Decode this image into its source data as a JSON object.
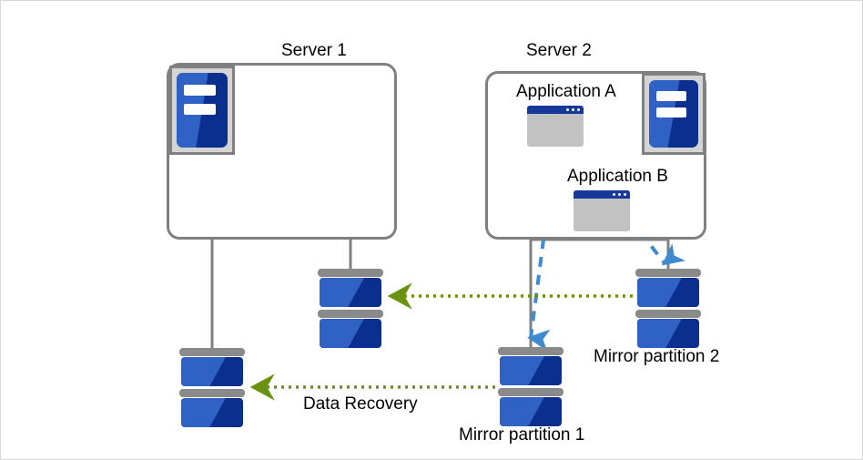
{
  "diagram": {
    "title": "Mirror partition data recovery diagram",
    "colors": {
      "server_border": "#808080",
      "server_icon_frame": "#d4d4d4",
      "icon_blue_dark": "#0a2f8f",
      "icon_blue_light": "#2f62c4",
      "app_titlebar": "#16389b",
      "app_body": "#c2c2c2",
      "disk_cap_gray": "#8a8a8a",
      "connector_gray": "#808080",
      "write_arrow_blue": "#3f8ad0",
      "recovery_arrow_green": "#6a9211",
      "canvas_border": "#d8d8d8",
      "text": "#000000"
    },
    "labels": {
      "server1": "Server 1",
      "server2": "Server 2",
      "application_a": "Application  A",
      "application_b": "Application  B",
      "mirror_partition_1": "Mirror partition 1",
      "mirror_partition_2": "Mirror partition 2",
      "data_recovery": "Data Recovery"
    },
    "nodes": [
      {
        "id": "server1",
        "type": "server-box",
        "label": "Server 1"
      },
      {
        "id": "server2",
        "type": "server-box",
        "label": "Server 2"
      },
      {
        "id": "app-a",
        "type": "application-window",
        "label": "Application  A"
      },
      {
        "id": "app-b",
        "type": "application-window",
        "label": "Application  B"
      },
      {
        "id": "disk-s1-upper",
        "type": "disk-stack",
        "label": ""
      },
      {
        "id": "disk-s1-lower",
        "type": "disk-stack",
        "label": ""
      },
      {
        "id": "disk-mirror-1",
        "type": "disk-stack",
        "label": "Mirror partition 1"
      },
      {
        "id": "disk-mirror-2",
        "type": "disk-stack",
        "label": "Mirror partition 2"
      }
    ],
    "edges": [
      {
        "id": "write-a-to-mirror1",
        "from": "app-a",
        "to": "disk-mirror-1",
        "style": "dashed",
        "color": "#3f8ad0",
        "arrow": true
      },
      {
        "id": "write-b-to-mirror2",
        "from": "app-b",
        "to": "disk-mirror-2",
        "style": "dashed",
        "color": "#3f8ad0",
        "arrow": true
      },
      {
        "id": "recover-mirror2-to-s1upper",
        "from": "disk-mirror-2",
        "to": "disk-s1-upper",
        "style": "dotted",
        "color": "#6a9211",
        "arrow": true,
        "label": ""
      },
      {
        "id": "recover-mirror1-to-s1lower",
        "from": "disk-mirror-1",
        "to": "disk-s1-lower",
        "style": "dotted",
        "color": "#6a9211",
        "arrow": true,
        "label": "Data Recovery"
      }
    ]
  }
}
